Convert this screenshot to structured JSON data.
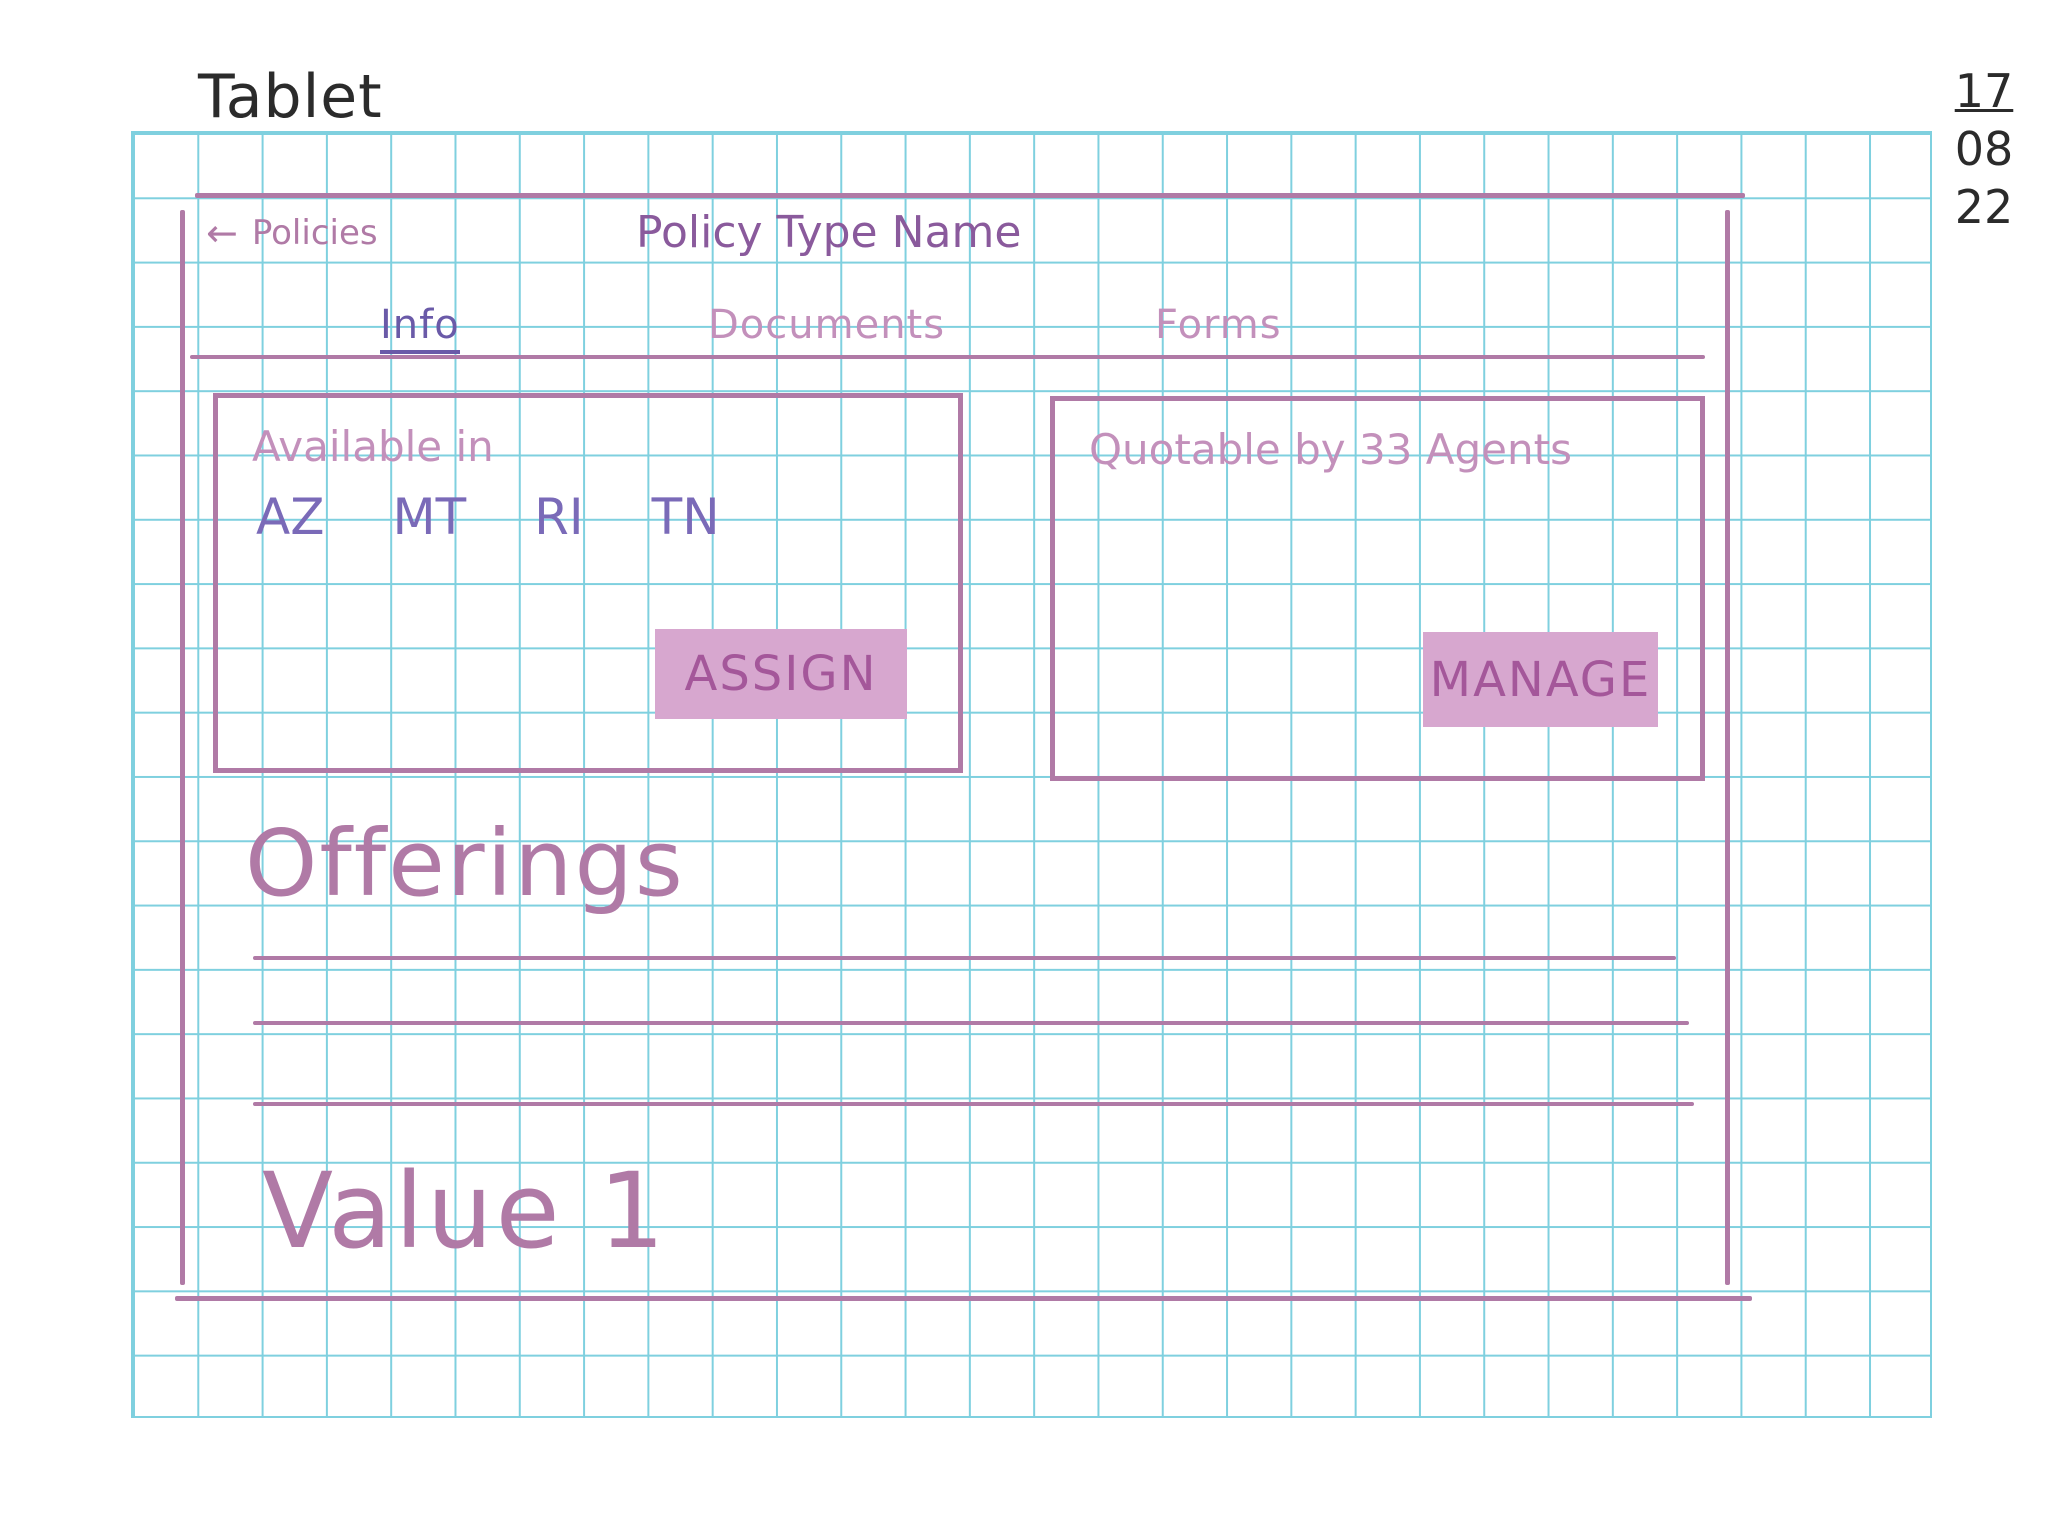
{
  "sketch": {
    "label": "Tablet",
    "date": [
      "17",
      "08",
      "22"
    ]
  },
  "header": {
    "back_label": "Policies",
    "title": "Policy Type Name"
  },
  "tabs": [
    {
      "label": "Info",
      "active": true
    },
    {
      "label": "Documents",
      "active": false
    },
    {
      "label": "Forms",
      "active": false
    }
  ],
  "availability_card": {
    "heading": "Available in",
    "states": [
      "AZ",
      "MT",
      "RI",
      "TN"
    ],
    "button_label": "ASSIGN"
  },
  "agents_card": {
    "heading": "Quotable by 33 Agents",
    "button_label": "MANAGE"
  },
  "offerings": {
    "title": "Offerings",
    "value": "Value 1"
  },
  "colors": {
    "ink": "#b07aa6",
    "grid": "#7fd0df",
    "accent": "#6a5aa8"
  },
  "icons": {
    "back": "arrow-left-icon"
  }
}
